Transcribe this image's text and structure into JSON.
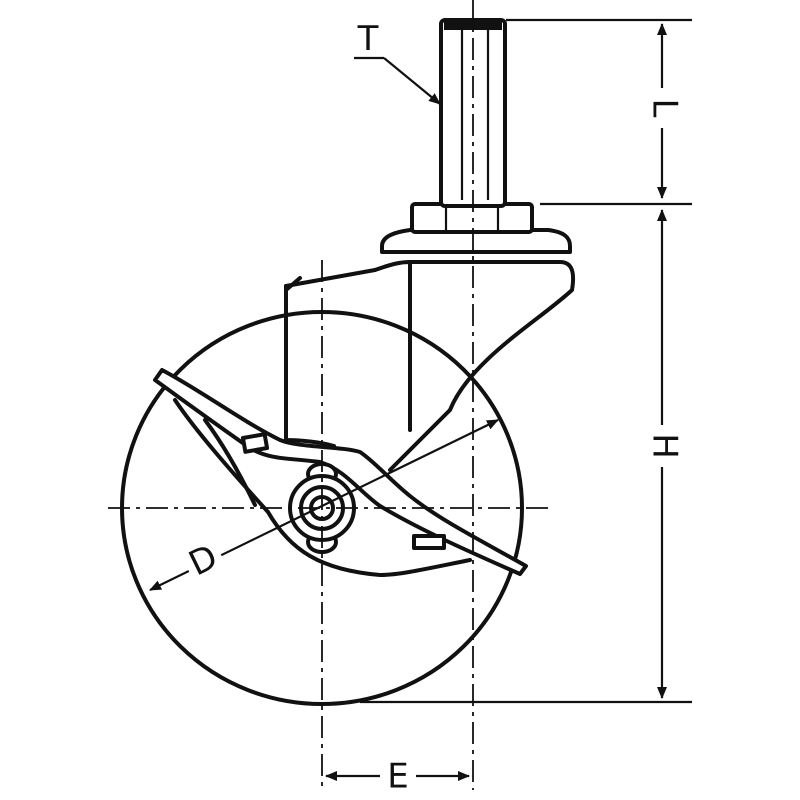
{
  "labels": {
    "t": "T",
    "l": "L",
    "h": "H",
    "d": "D",
    "e": "E"
  }
}
